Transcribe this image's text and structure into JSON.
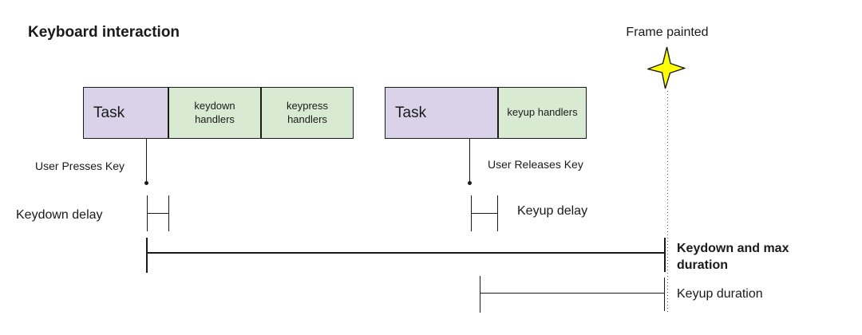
{
  "title": "Keyboard interaction",
  "frame_marker": {
    "label": "Frame painted",
    "icon": "four-point-star"
  },
  "bars": {
    "keydown_bar": {
      "task_label": "Task",
      "handlers": [
        {
          "label": "keydown\nhandlers"
        },
        {
          "label": "keypress\nhandlers"
        }
      ]
    },
    "keyup_bar": {
      "task_label": "Task",
      "handlers": [
        {
          "label": "keyup handlers"
        }
      ]
    }
  },
  "annotations": {
    "user_presses_key": "User Presses Key",
    "user_releases_key": "User Releases Key",
    "keydown_delay": "Keydown delay",
    "keyup_delay": "Keyup delay",
    "keydown_max_duration": "Keydown and max\nduration",
    "keyup_duration": "Keyup duration"
  },
  "colors": {
    "task_fill": "#d9d2e9",
    "handler_fill": "#d9ead3",
    "star_fill": "#ffff00",
    "line": "#1a1a1a",
    "background": "#ffffff"
  }
}
